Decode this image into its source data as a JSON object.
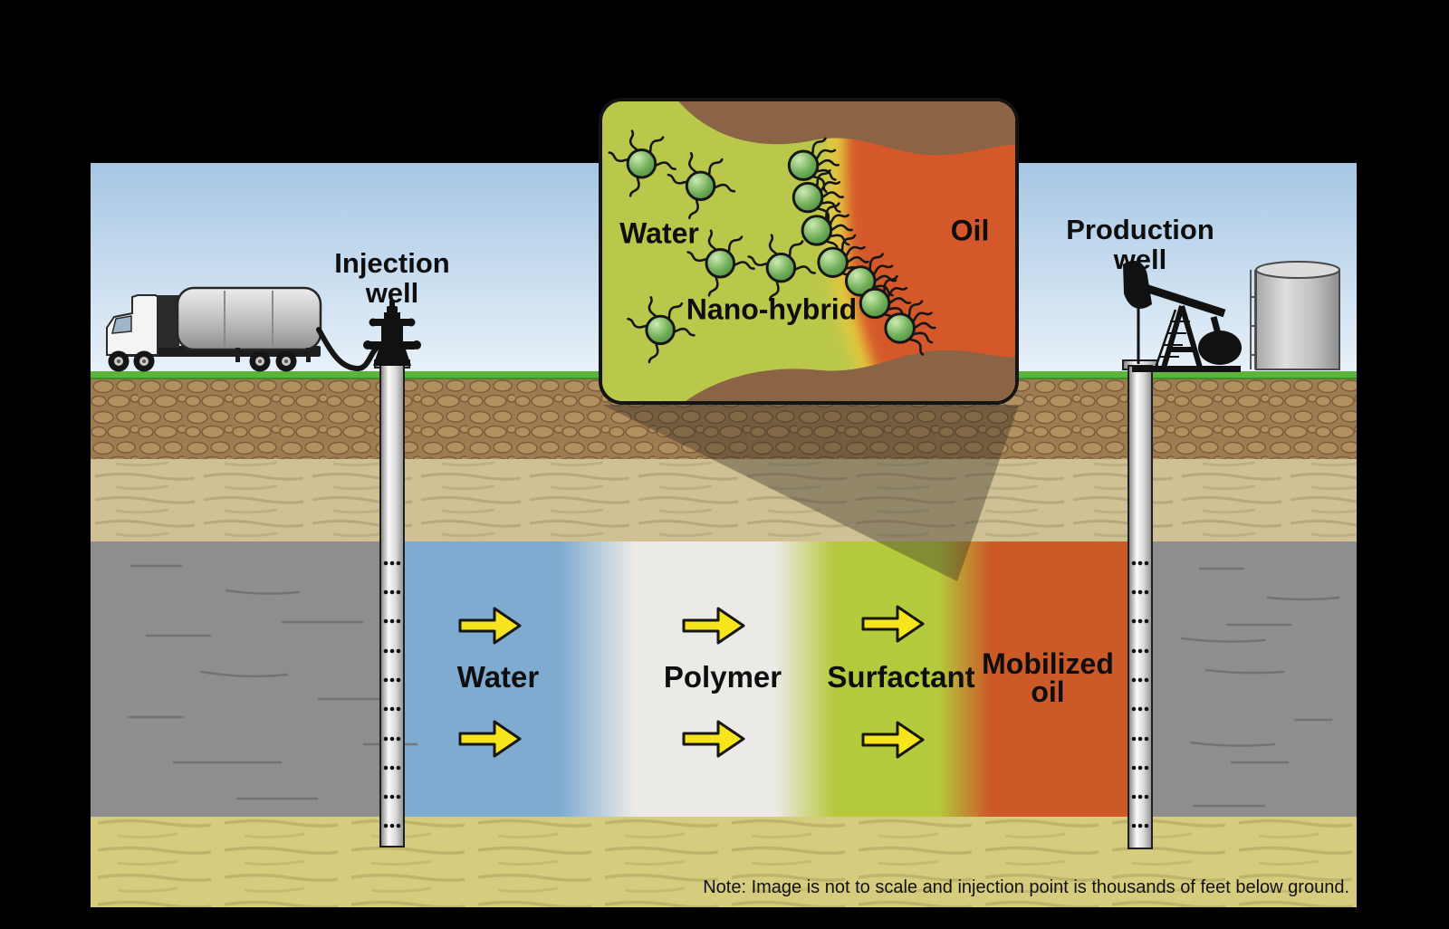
{
  "labels": {
    "injection": {
      "line1": "Injection",
      "line2": "well"
    },
    "production": {
      "line1": "Production",
      "line2": "well"
    },
    "flood": {
      "water": "Water",
      "polymer": "Polymer",
      "surfactant": "Surfactant",
      "mobilized_line1": "Mobilized",
      "mobilized_line2": "oil"
    },
    "inset": {
      "water": "Water",
      "nano": "Nano-hybrid",
      "oil": "Oil"
    }
  },
  "note": "Note: Image is not to scale and injection point is thousands of feet below ground.",
  "colors": {
    "background": "#000000",
    "sky_top": "#a6c6e4",
    "sky_bottom": "#e7f1f9",
    "grass": "#5cb53a",
    "rocky_soil": "#9d7c50",
    "sand_layer": "#cfc193",
    "gray_rock": "#8e8e8e",
    "khaki_layer": "#d6cc7e",
    "water_band": "#7fabd1",
    "polymer_band": "#eceae7",
    "surfactant_band": "#b5c93d",
    "mobilized_oil_band": "#cc5a28",
    "inset_water": "#b9c84b",
    "inset_oil": "#d4582a",
    "inset_rock": "#8a6444",
    "arrow_yellow": "#f6e41c",
    "nanoparticle_green": "#6fae58"
  }
}
